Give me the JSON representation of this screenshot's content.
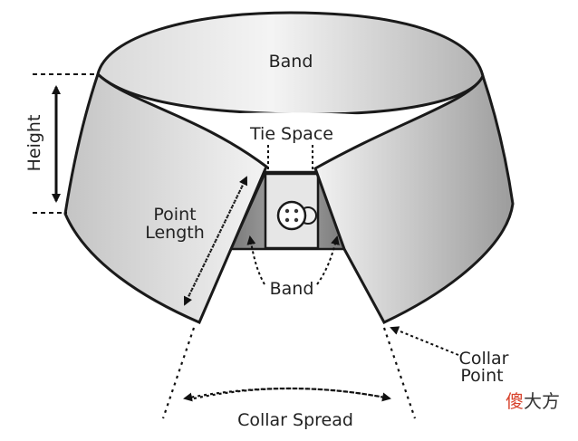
{
  "labels": {
    "band_top": "Band",
    "tie_space": "Tie Space",
    "height": "Height",
    "point_length_1": "Point",
    "point_length_2": "Length",
    "band_lower": "Band",
    "collar_point_1": "Collar",
    "collar_point_2": "Point",
    "collar_spread": "Collar Spread"
  },
  "watermark": {
    "first_char": "傻",
    "rest": "大方"
  },
  "colors": {
    "outline": "#1a1a1a",
    "collar_fill_light": "#f2f2f2",
    "collar_fill_dark": "#9a9a9a",
    "band_inner": "#ffffff",
    "watermark_accent": "#d8432d"
  }
}
